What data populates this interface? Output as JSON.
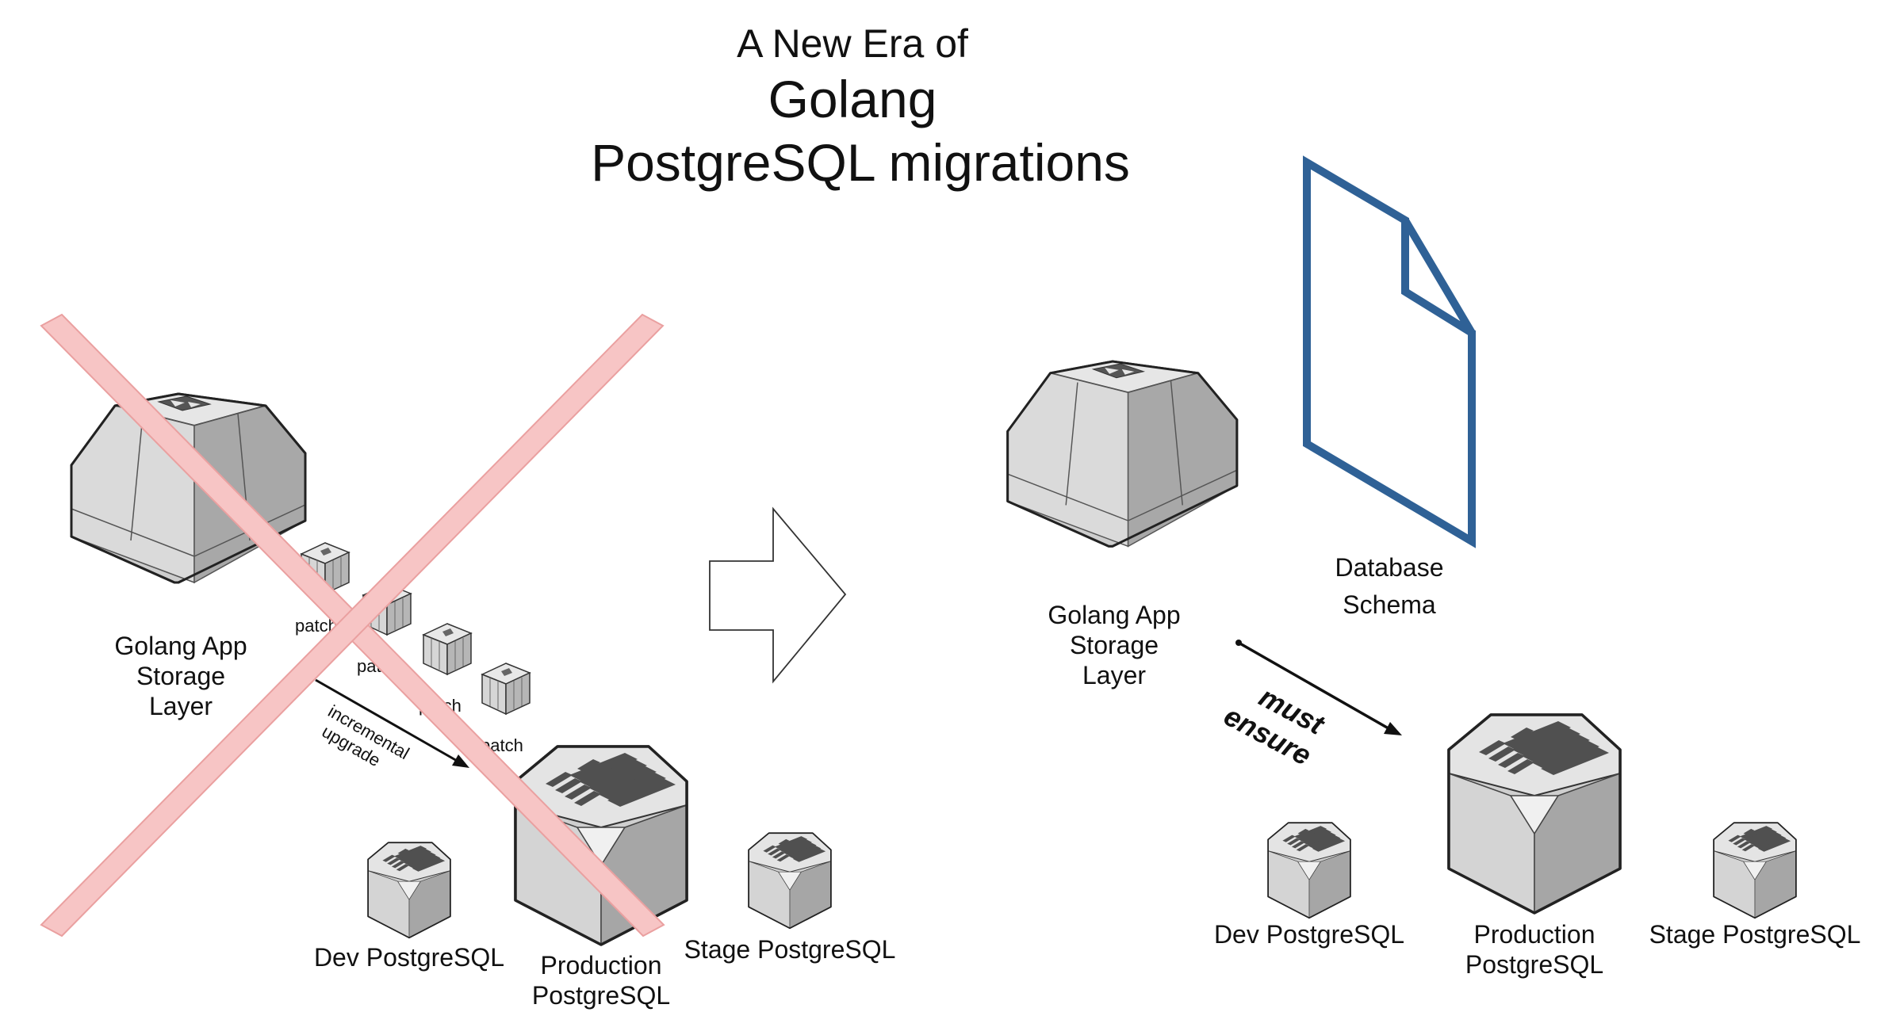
{
  "title": {
    "line1": "A New Era of",
    "line2": "Golang",
    "line3": "PostgreSQL migrations"
  },
  "left": {
    "app_label": [
      "Golang App",
      "Storage",
      "Layer"
    ],
    "patch_labels": [
      "patch",
      "patch",
      "patch",
      "patch"
    ],
    "upgrade_label": [
      "incremental",
      "upgrade"
    ],
    "dev_label": "Dev PostgreSQL",
    "prod_label": [
      "Production",
      "PostgreSQL"
    ],
    "stage_label": "Stage PostgreSQL"
  },
  "right": {
    "schema_label": [
      "Database",
      "Schema"
    ],
    "app_label": [
      "Golang App",
      "Storage",
      "Layer"
    ],
    "must_ensure": [
      "must",
      "ensure"
    ],
    "dev_label": "Dev PostgreSQL",
    "prod_label": [
      "Production",
      "PostgreSQL"
    ],
    "stage_label": "Stage PostgreSQL"
  },
  "colors": {
    "schema_icon": "#2f6196",
    "cross": "#f7c5c5",
    "cross_stroke": "#eaa0a0",
    "server_light": "#dcdcdc",
    "server_mid": "#c2c2c2",
    "server_dark": "#a9a9a9",
    "outline": "#222222"
  },
  "icons": [
    "app-server-icon",
    "patch-box-icon",
    "database-server-icon",
    "document-icon",
    "arrow-icon",
    "cross-out-icon"
  ]
}
